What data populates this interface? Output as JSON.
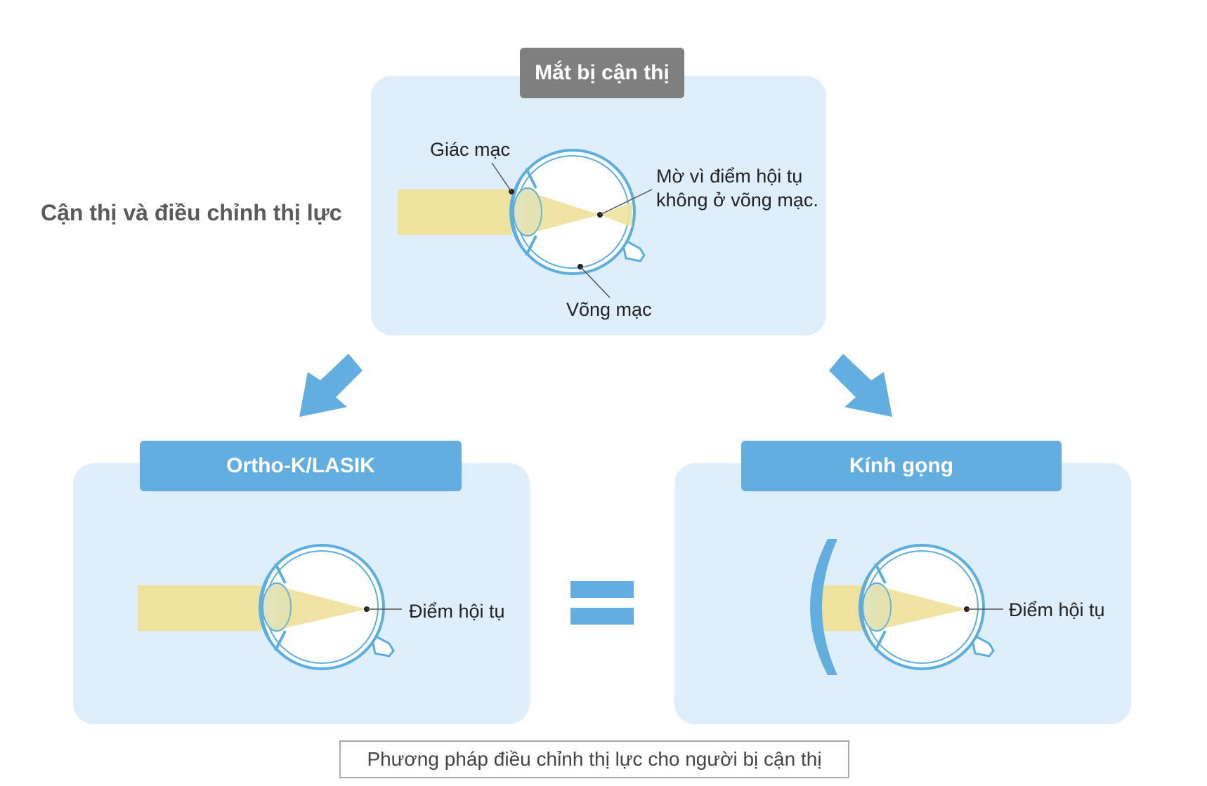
{
  "title": "Cận thị và điều chỉnh thị lực",
  "top_panel": {
    "header": "Mắt bị cận thị",
    "labels": {
      "cornea": "Giác mạc",
      "blur_line1": "Mờ vì điểm hội tụ",
      "blur_line2": "không ở võng mạc.",
      "retina": "Võng mạc"
    }
  },
  "left_panel": {
    "header": "Ortho-K/LASIK",
    "focus_label": "Điểm hội tụ"
  },
  "right_panel": {
    "header": "Kính gọng",
    "focus_label": "Điểm hội tụ"
  },
  "caption": "Phương pháp điều chỉnh thị lực cho người bị cận thị",
  "colors": {
    "panel_bg": "#deeefb",
    "blue": "#63aee0",
    "gray_header": "#7f7f7f",
    "light_beam": "#efe29e",
    "eye_outline": "#5aaee0"
  }
}
